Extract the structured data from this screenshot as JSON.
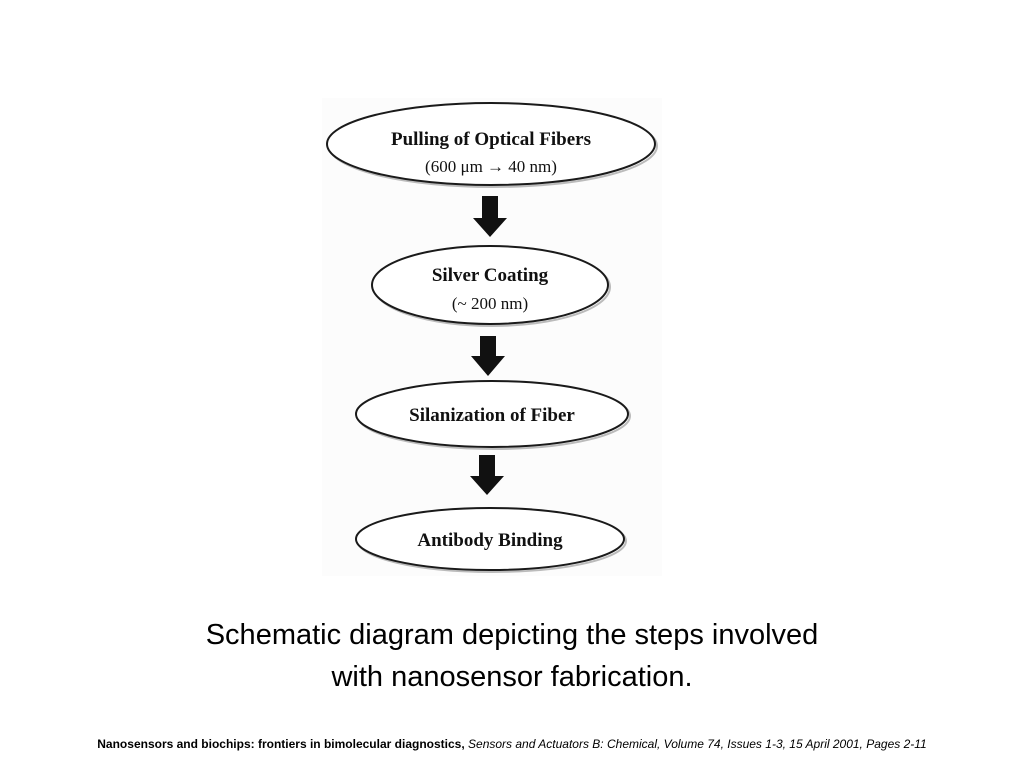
{
  "diagram": {
    "steps": [
      {
        "title": "Pulling of Optical Fibers",
        "subtitle": "(600 μm → 40 nm)"
      },
      {
        "title": "Silver Coating",
        "subtitle": "(~ 200 nm)"
      },
      {
        "title": "Silanization of Fiber",
        "subtitle": ""
      },
      {
        "title": "Antibody Binding",
        "subtitle": ""
      }
    ],
    "arrow_color": "#111111"
  },
  "caption": {
    "line1": "Schematic diagram depicting the steps involved",
    "line2": "with nanosensor fabrication."
  },
  "citation": {
    "title": "Nanosensors and biochips: frontiers in bimolecular diagnostics,",
    "source": "Sensors and Actuators B: Chemical, Volume 74, Issues 1-3, 15 April 2001, Pages 2-11"
  }
}
